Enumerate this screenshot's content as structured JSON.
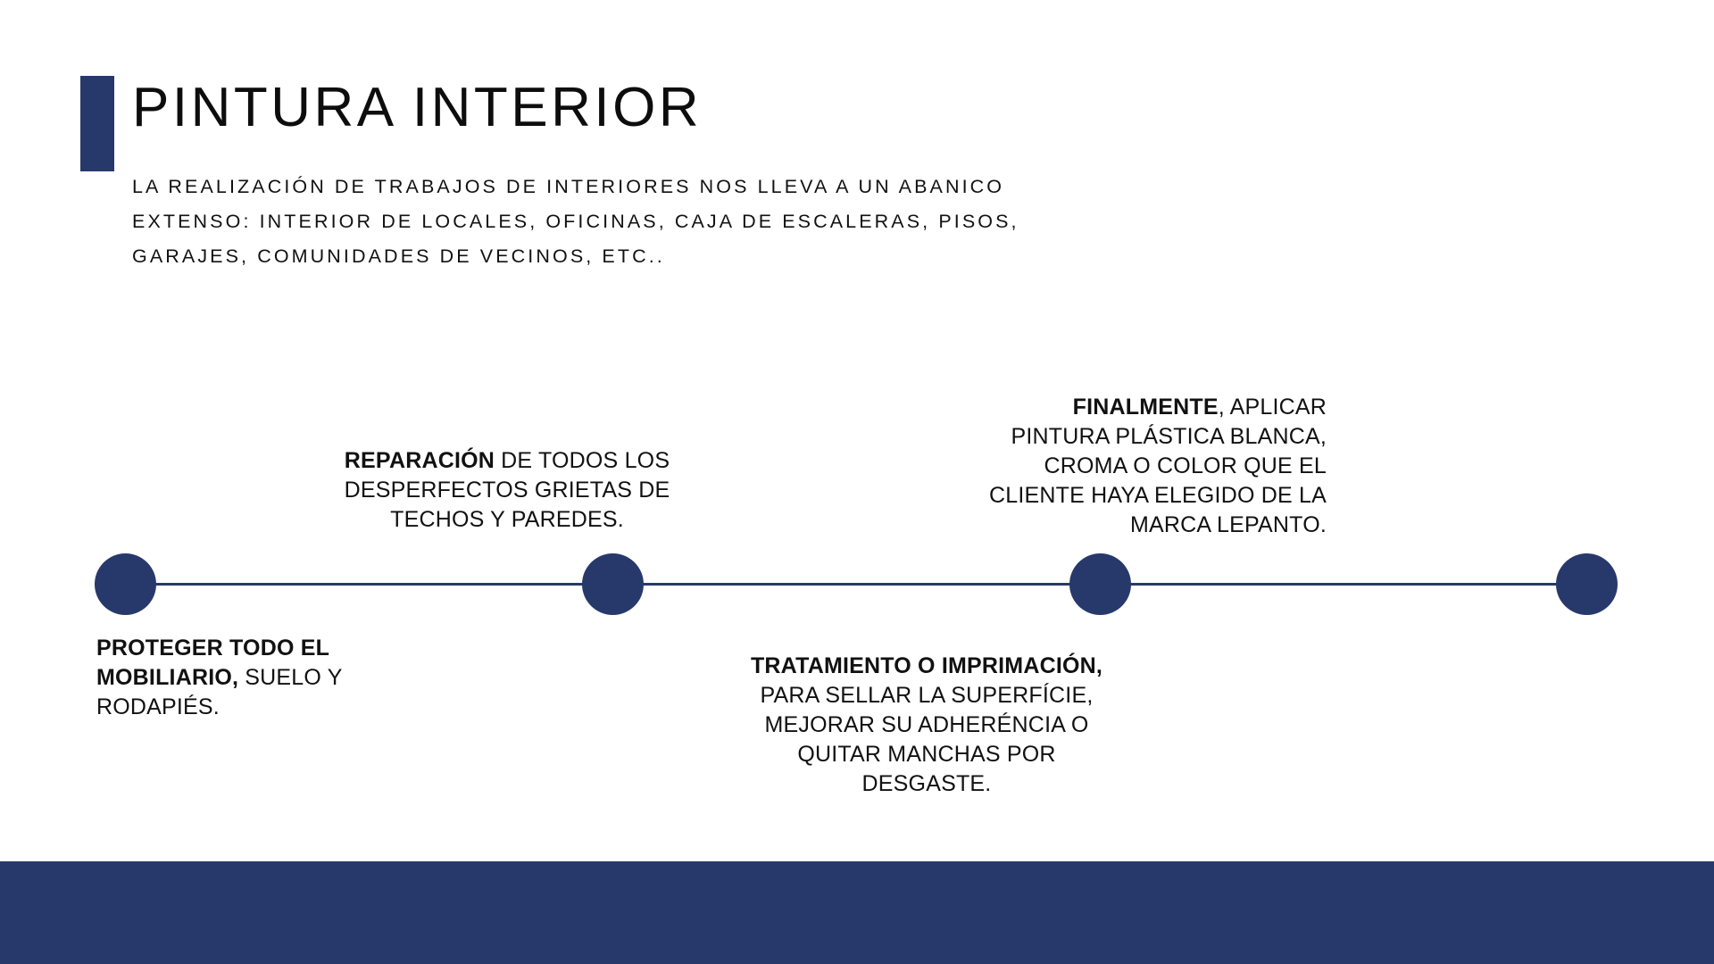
{
  "theme": {
    "accent_navy": "#27396B",
    "text_color": "#111111",
    "background": "#FFFFFF"
  },
  "header": {
    "title": "PINTURA INTERIOR",
    "subtitle_lines": [
      "LA REALIZACIÓN DE TRABAJOS DE INTERIORES NOS LLEVA A UN ABANICO",
      "EXTENSO: INTERIOR DE LOCALES, OFICINAS, CAJA DE ESCALERAS, PISOS,",
      "GARAJES, COMUNIDADES DE VECINOS, ETC.."
    ]
  },
  "timeline": {
    "steps": [
      {
        "id": "step-1",
        "position": "below",
        "bold": "PROTEGER TODO EL MOBILIARIO,",
        "rest": " SUELO Y RODAPIÉS."
      },
      {
        "id": "step-2",
        "position": "above",
        "bold": "REPARACIÓN",
        "rest": " DE TODOS LOS DESPERFECTOS GRIETAS DE TECHOS Y PAREDES."
      },
      {
        "id": "step-3",
        "position": "below",
        "bold": "TRATAMIENTO O IMPRIMACIÓN,",
        "rest": " PARA SELLAR LA SUPERFÍCIE, MEJORAR SU ADHERÉNCIA O QUITAR MANCHAS POR DESGASTE."
      },
      {
        "id": "step-4",
        "position": "above",
        "bold": "FINALMENTE",
        "rest": ", APLICAR PINTURA PLÁSTICA BLANCA, CROMA O COLOR QUE EL CLIENTE HAYA ELEGIDO DE LA MARCA LEPANTO."
      }
    ]
  }
}
